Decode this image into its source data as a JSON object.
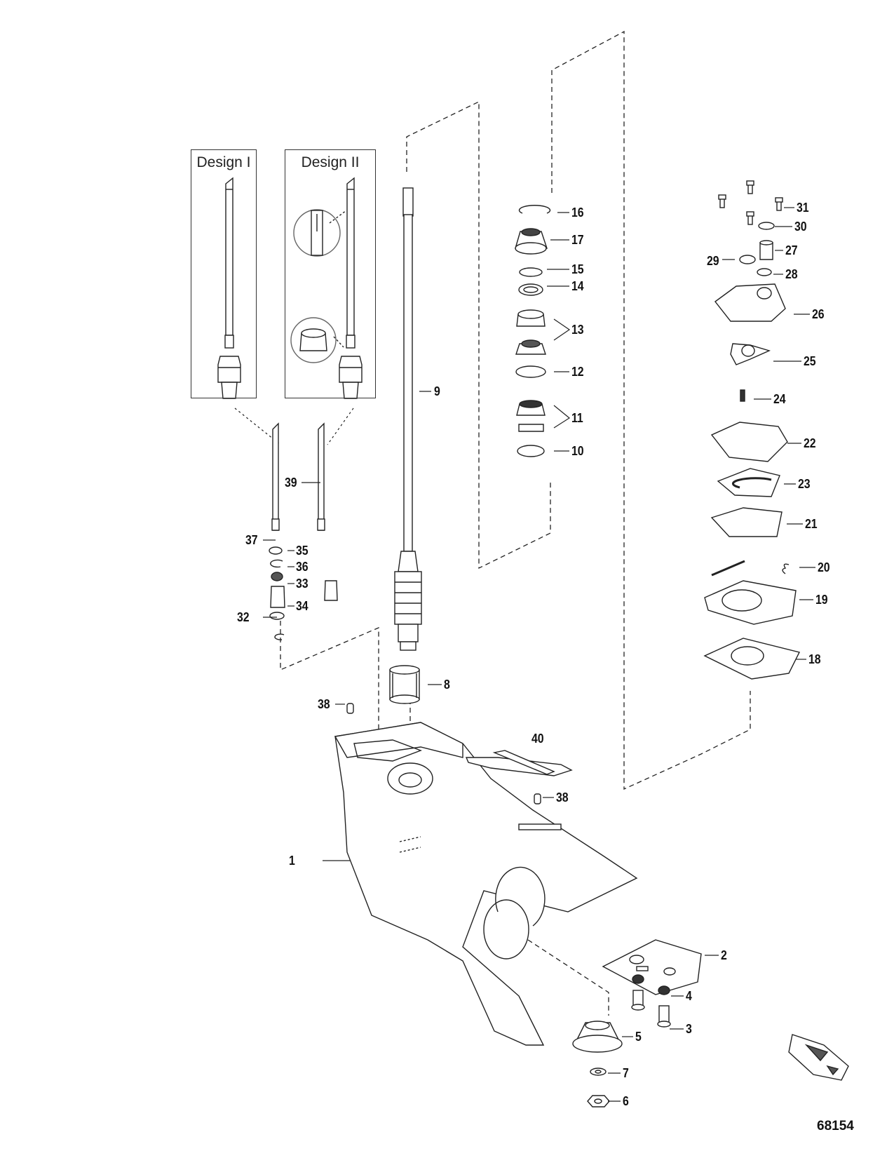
{
  "design_labels": {
    "design1": "Design I",
    "design2": "Design II"
  },
  "callouts": {
    "c1": "1",
    "c2": "2",
    "c3": "3",
    "c4": "4",
    "c5": "5",
    "c6": "6",
    "c7": "7",
    "c8": "8",
    "c9": "9",
    "c10": "10",
    "c11": "11",
    "c12": "12",
    "c13": "13",
    "c14": "14",
    "c15": "15",
    "c16": "16",
    "c17": "17",
    "c18": "18",
    "c19": "19",
    "c20": "20",
    "c21": "21",
    "c22": "22",
    "c23": "23",
    "c24": "24",
    "c25": "25",
    "c26": "26",
    "c27": "27",
    "c28": "28",
    "c29": "29",
    "c30": "30",
    "c31": "31",
    "c32": "32",
    "c33": "33",
    "c34": "34",
    "c35": "35",
    "c36": "36",
    "c37": "37",
    "c38a": "38",
    "c38b": "38",
    "c39": "39",
    "c40": "40"
  },
  "figure_id": "68154"
}
